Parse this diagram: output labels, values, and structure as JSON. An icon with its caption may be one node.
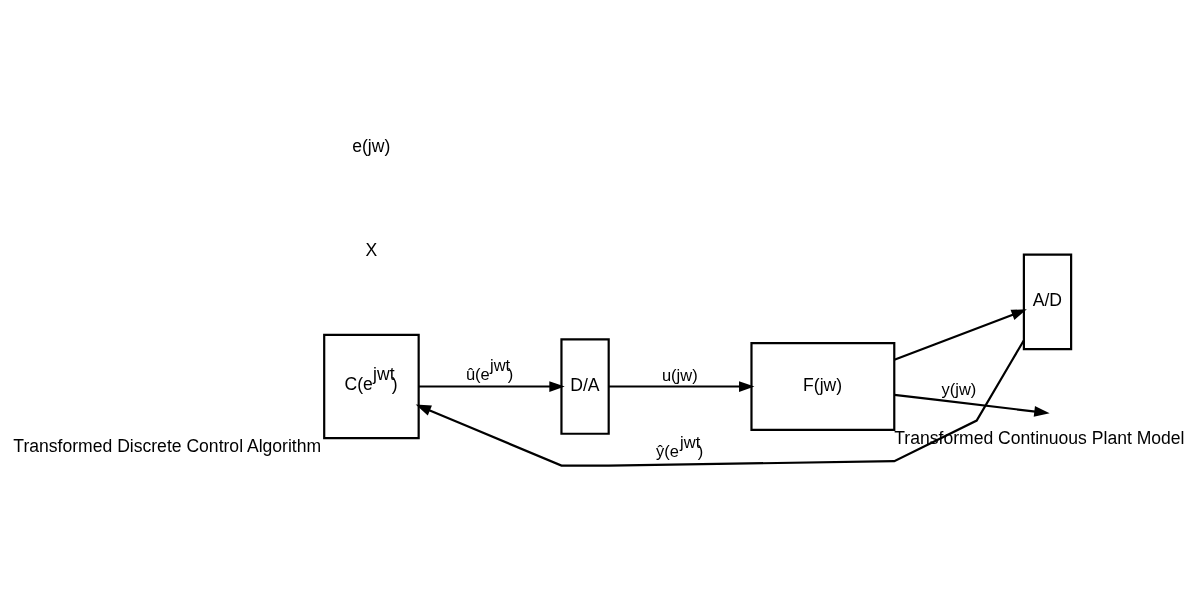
{
  "diagram": {
    "nodes": [
      {
        "text": [
          "C(e$^{jwt}$)"
        ],
        "beside": [
          "Transformed Discrete Control Algorithm"
        ]
      },
      {
        "text": [
          "D/A"
        ]
      },
      {
        "text": [
          "F(jw)"
        ],
        "beside": [
          "Transformed Continuous Plant Model"
        ]
      },
      {
        "text": [
          "A/D"
        ]
      }
    ],
    "edges": [
      {
        "from": 0,
        "to": 1,
        "arrow": "to",
        "label": "û(e$^{jwt}$)"
      },
      {
        "from": 1,
        "to": 2,
        "arrow": "to",
        "label": "u(jw)"
      },
      {
        "from": 2,
        "to": null,
        "arrow": "to",
        "label": "y(jw)"
      },
      {
        "from": 2,
        "to": 3,
        "arrow": "to"
      },
      {
        "from": 3,
        "to": 0,
        "arrow": "to",
        "label": "ŷ(e$^{jwt}$)"
      }
    ],
    "labels": [
      "X",
      "e(jw)"
    ]
  }
}
